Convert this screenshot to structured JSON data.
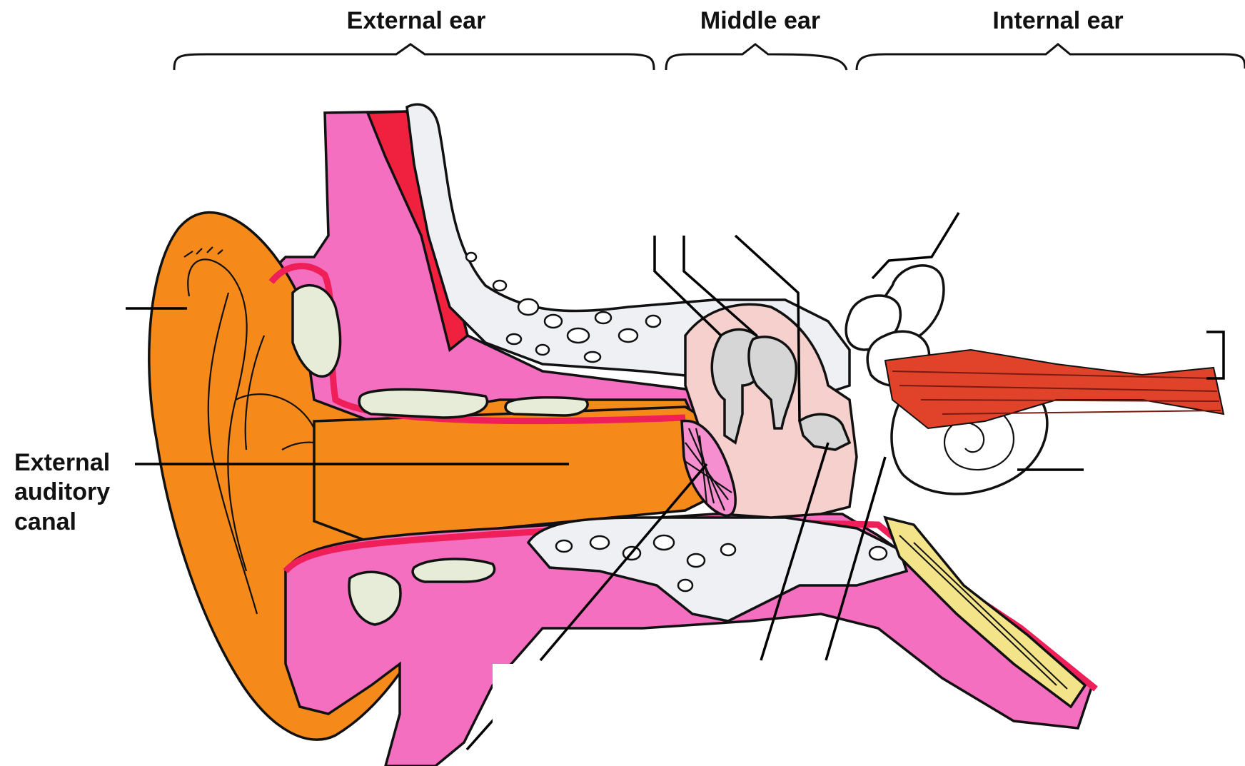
{
  "sections": {
    "external": "External ear",
    "middle": "Middle ear",
    "internal": "Internal ear"
  },
  "labels": {
    "canal_line1": "External",
    "canal_line2": "auditory",
    "canal_line3": "canal"
  },
  "colors": {
    "auricle": "#f58a1a",
    "skin": "#f46fc0",
    "skin_border": "#ef1f5a",
    "muscle": "#f0213f",
    "bone": "#eef0f4",
    "cartilage": "#e6ecd8",
    "middle_cavity": "#f5d0cc",
    "ossicle": "#d6d6d6",
    "nerve": "#e0422a",
    "tube": "#f3e48a"
  }
}
